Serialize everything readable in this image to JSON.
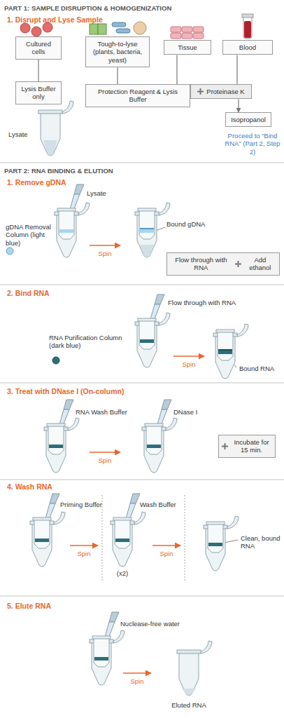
{
  "diagram": {
    "nodes": [
      {
        "text": [
          "Cultured cells"
        ]
      },
      {
        "text": [
          "Tough-to-lyse (plants, bacteria, yeast)"
        ]
      },
      {
        "text": [
          "Tissue"
        ]
      },
      {
        "text": [
          "Blood"
        ]
      },
      {
        "text": [
          "Lysis Buffer only"
        ]
      },
      {
        "text": [
          "Protection Reagent & Lysis Buffer"
        ]
      },
      {
        "text": [
          "Proteinase K"
        ]
      },
      {
        "text": [
          "Isopropanol"
        ]
      },
      {
        "text": [
          "Flow through with RNA",
          "Add ethanol"
        ]
      },
      {
        "text": [
          "Incubate for 15 min."
        ]
      }
    ],
    "edges": [
      {
        "from": 0,
        "to": 4,
        "arrow": "none"
      },
      {
        "from": 1,
        "to": 5,
        "arrow": "none"
      },
      {
        "from": 2,
        "to": 5,
        "arrow": "none"
      },
      {
        "from": 3,
        "to": 6,
        "arrow": "none"
      },
      {
        "from": 6,
        "to": 7,
        "arrow": "to"
      }
    ],
    "labels": [
      "PART 1: SAMPLE DISRUPTION & HOMOGENIZATION",
      "1. Disrupt and Lyse Sample",
      "Lysate",
      "Proceed to “Bind RNA” (Part 2, Step 2)",
      "PART 2: RNA BINDING & ELUTION",
      "1. Remove gDNA",
      "Lysate",
      "gDNA Removal Column (light blue)",
      "Spin",
      "Bound gDNA",
      "2. Bind RNA",
      "Flow through with RNA",
      "RNA Purification Column (dark blue)",
      "Spin",
      "Bound RNA",
      "3. Treat with DNase I (On-column)",
      "RNA Wash Buffer",
      "DNase I",
      "Spin",
      "4. Wash RNA",
      "Priming Buffer",
      "Wash Buffer",
      "Spin",
      "Spin",
      "(x2)",
      "Clean, bound RNA",
      "5. Elute RNA",
      "Nuclease-free water",
      "Spin",
      "Eluted RNA"
    ]
  }
}
